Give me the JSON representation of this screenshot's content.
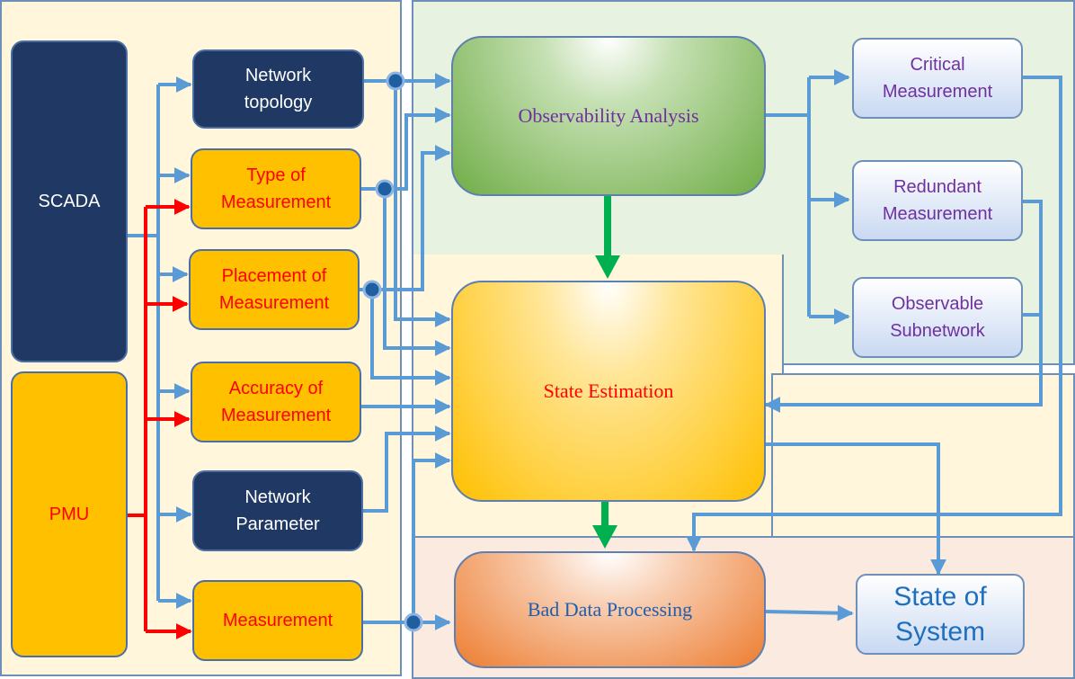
{
  "sources": {
    "scada": "SCADA",
    "pmu": "PMU"
  },
  "inputs": {
    "network_topology": "Network\ntopology",
    "type_of_measurement": "Type of\nMeasurement",
    "placement_of_measurement": "Placement of\nMeasurement",
    "accuracy_of_measurement": "Accuracy of\nMeasurement",
    "network_parameter": "Network\nParameter",
    "measurement": "Measurement"
  },
  "process": {
    "observability_analysis": "Observability  Analysis",
    "state_estimation": "State Estimation",
    "bad_data_processing": "Bad Data Processing"
  },
  "outputs": {
    "critical_measurement": "Critical\nMeasurement",
    "redundant_measurement": "Redundant\nMeasurement",
    "observable_subnetwork": "Observable\nSubnetwork",
    "state_of_system": "State of\nSystem"
  },
  "colors": {
    "scada_link": "#5b9bd5",
    "pmu_link": "#ff0000",
    "flow_arrow": "#00b050",
    "dark_box": "#1f3864",
    "amber_box": "#ffc000"
  }
}
